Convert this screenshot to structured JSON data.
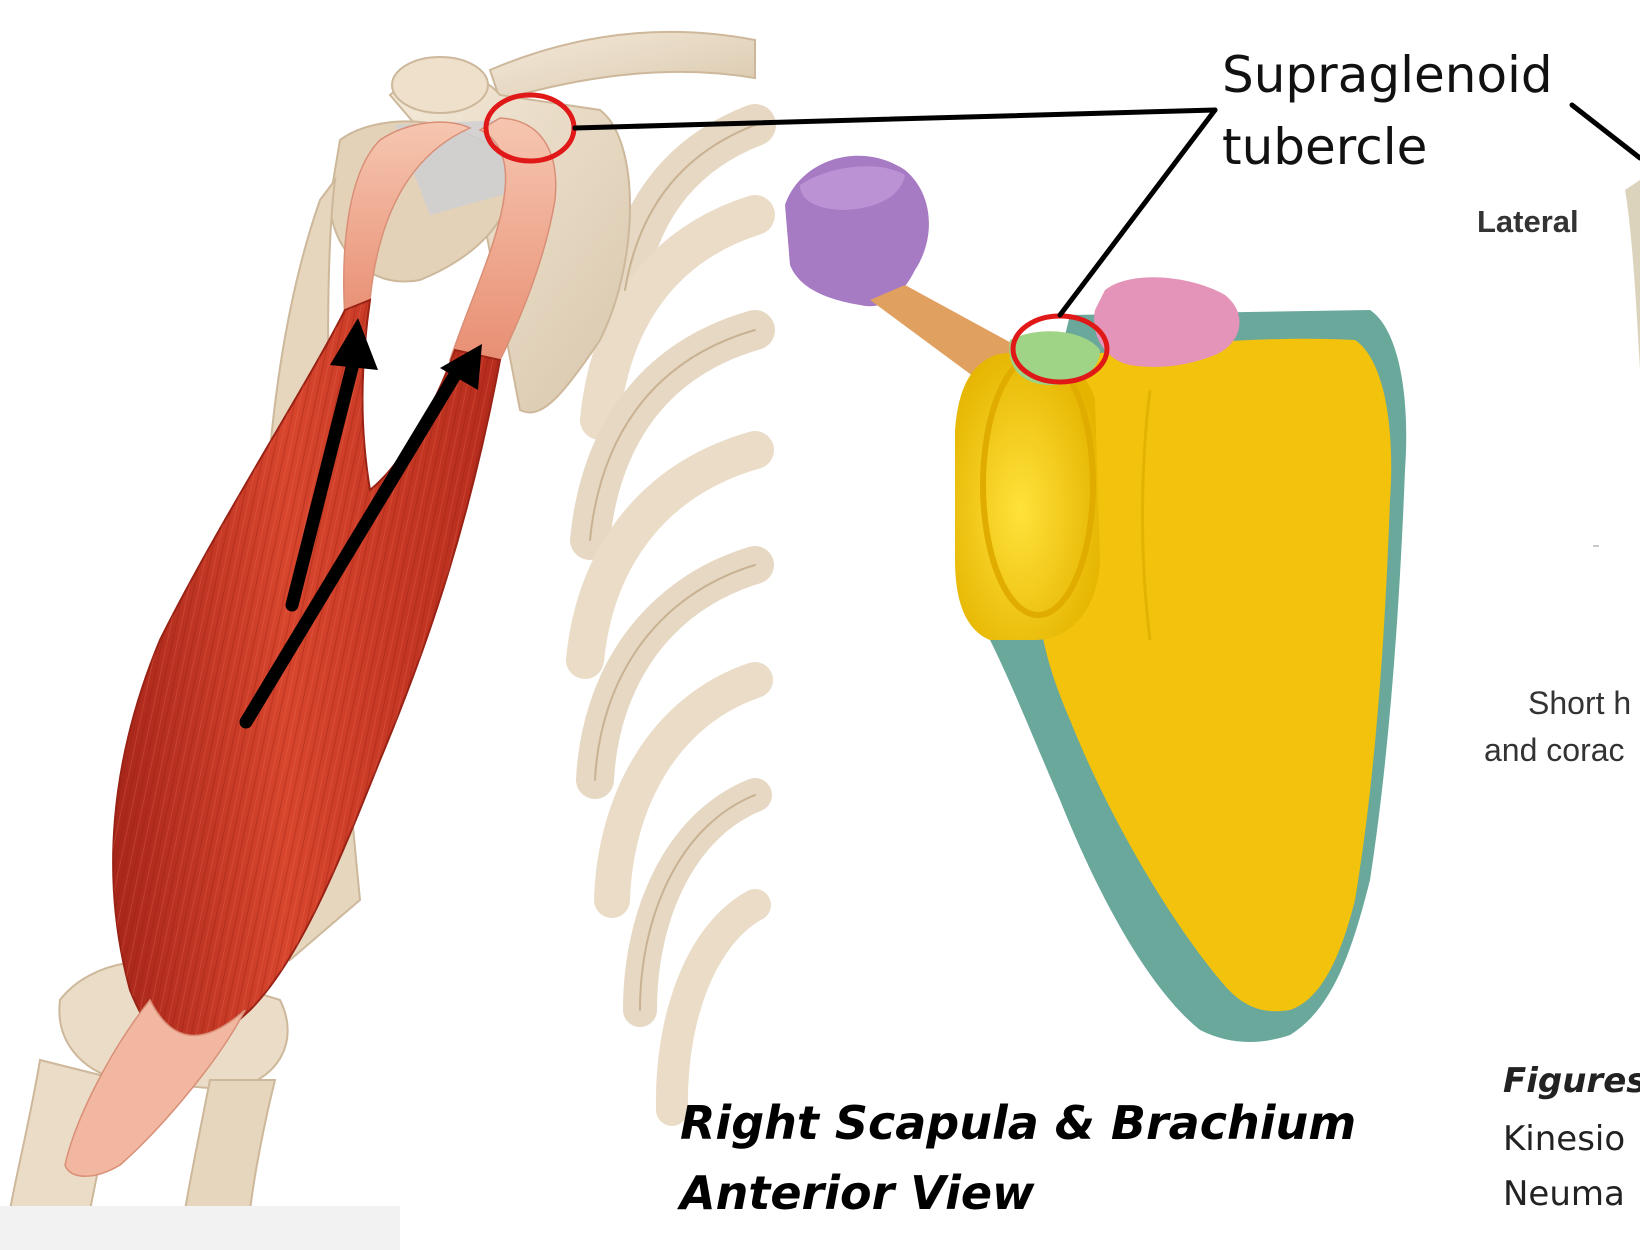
{
  "callout": {
    "line1": "Supraglenoid",
    "line2": "tubercle"
  },
  "caption": {
    "line1": "Right Scapula & Brachium",
    "line2": "Anterior View"
  },
  "inset": {
    "lateral_label": "Lateral",
    "label_line1": "Short h",
    "label_line2": "and corac"
  },
  "credit": {
    "line1": "Figures",
    "line2": "Kinesio",
    "line3": "Neuma"
  },
  "colors": {
    "muscle": "#c8321f",
    "tendon": "#f0b39a",
    "bone": "#eee0cb",
    "highlight_circle": "#e01818",
    "glenoid_yellow": "#f3c20c",
    "scapula_teal": "#6aa89c",
    "coracoid_purple": "#a77ac4",
    "acromion_pink": "#e394b8",
    "tubercle_green": "#9fd486",
    "arrow": "#000000"
  }
}
